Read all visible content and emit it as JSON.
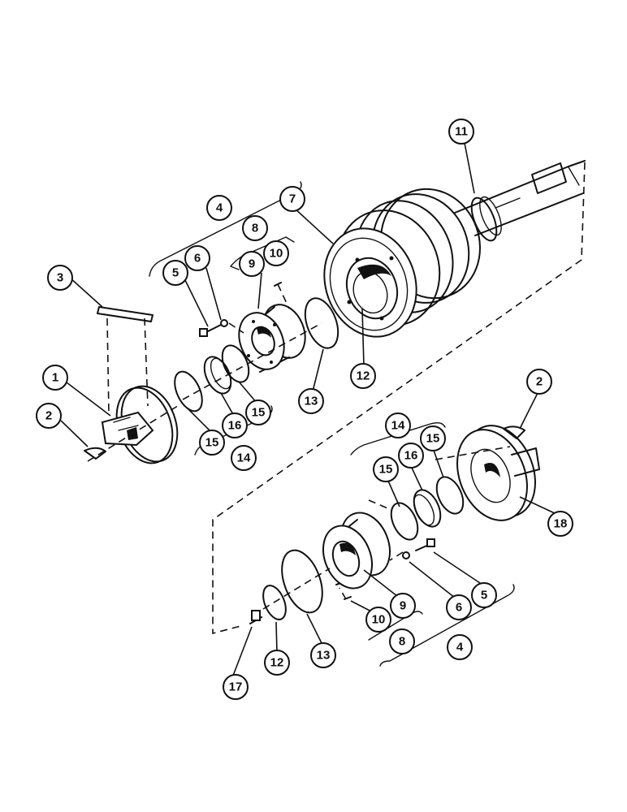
{
  "callouts": [
    {
      "id": "c1",
      "label": "1"
    },
    {
      "id": "c2a",
      "label": "2"
    },
    {
      "id": "c2b",
      "label": "2"
    },
    {
      "id": "c3",
      "label": "3"
    },
    {
      "id": "c4a",
      "label": "4"
    },
    {
      "id": "c4b",
      "label": "4"
    },
    {
      "id": "c5a",
      "label": "5"
    },
    {
      "id": "c5b",
      "label": "5"
    },
    {
      "id": "c6a",
      "label": "6"
    },
    {
      "id": "c6b",
      "label": "6"
    },
    {
      "id": "c7",
      "label": "7"
    },
    {
      "id": "c8a",
      "label": "8"
    },
    {
      "id": "c8b",
      "label": "8"
    },
    {
      "id": "c9a",
      "label": "9"
    },
    {
      "id": "c9b",
      "label": "9"
    },
    {
      "id": "c10a",
      "label": "10"
    },
    {
      "id": "c10b",
      "label": "10"
    },
    {
      "id": "c11",
      "label": "11"
    },
    {
      "id": "c12a",
      "label": "12"
    },
    {
      "id": "c12b",
      "label": "12"
    },
    {
      "id": "c13a",
      "label": "13"
    },
    {
      "id": "c13b",
      "label": "13"
    },
    {
      "id": "c14a",
      "label": "14"
    },
    {
      "id": "c14b",
      "label": "14"
    },
    {
      "id": "c15a",
      "label": "15"
    },
    {
      "id": "c15b",
      "label": "15"
    },
    {
      "id": "c15c",
      "label": "15"
    },
    {
      "id": "c15d",
      "label": "15"
    },
    {
      "id": "c16a",
      "label": "16"
    },
    {
      "id": "c16b",
      "label": "16"
    },
    {
      "id": "c17",
      "label": "17"
    },
    {
      "id": "c18",
      "label": "18"
    }
  ]
}
